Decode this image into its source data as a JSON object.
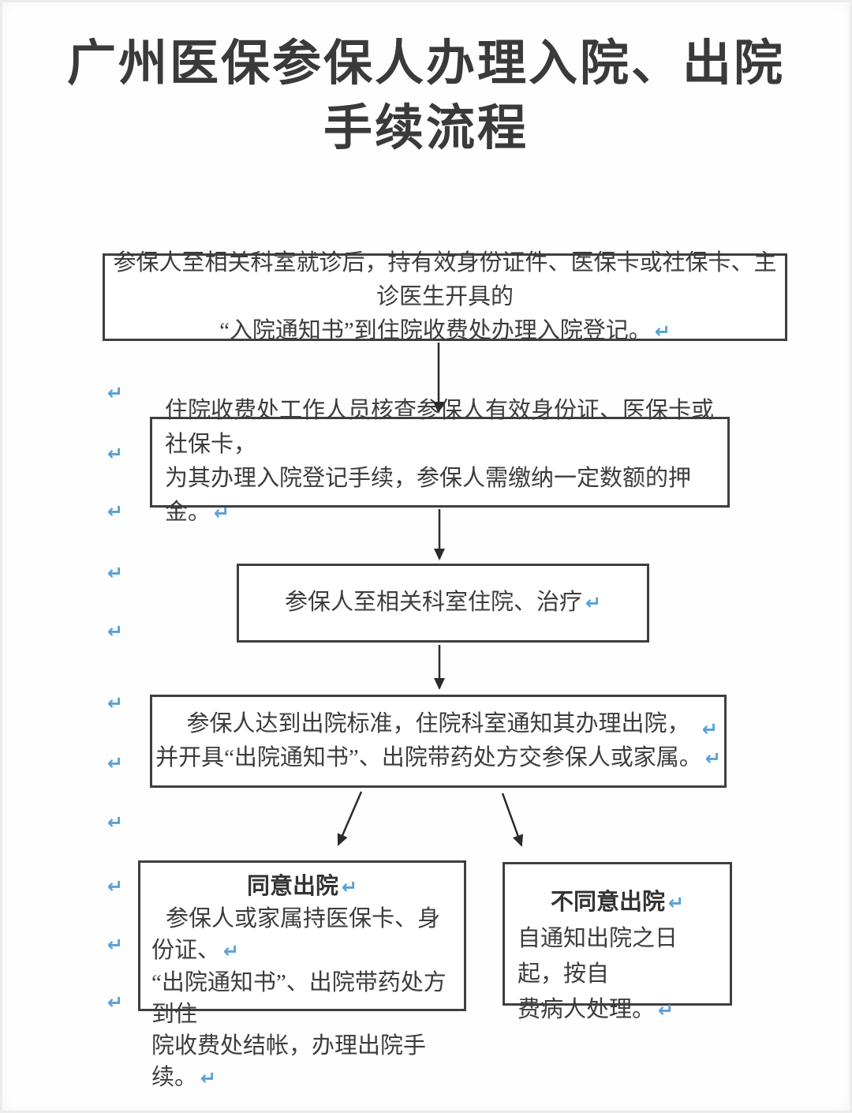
{
  "icons": {
    "pilcrow": "↵"
  },
  "colors": {
    "mark_blue": "#58a0d8",
    "text": "#3c3c3c",
    "border": "#3f3f3f",
    "arrow": "#2b2b2b"
  },
  "title": {
    "line1": "广州医保参保人办理入院、出院",
    "line2": "手续流程"
  },
  "flow": {
    "step1": {
      "lines": [
        "参保人至相关科室就诊后，持有效身份证件、医保卡或社保卡、主诊医生开具的",
        "“入院通知书”到住院收费处办理入院登记。"
      ]
    },
    "step2": {
      "lines": [
        "住院收费处工作人员核查参保人有效身份证、医保卡或社保卡，",
        "为其办理入院登记手续，参保人需缴纳一定数额的押金。"
      ]
    },
    "step3": {
      "lines": [
        "参保人至相关科室住院、治疗"
      ]
    },
    "step4": {
      "lines": [
        "参保人达到出院标准，住院科室通知其办理出院，",
        "并开具“出院通知书”、出院带药处方交参保人或家属。"
      ]
    },
    "branch_agree": {
      "title": "同意出院",
      "lines": [
        "参保人或家属持医保卡、身份证、",
        "“出院通知书”、出院带药处方到住",
        "院收费处结帐，办理出院手续。"
      ]
    },
    "branch_disagree": {
      "title": "不同意出院",
      "lines": [
        "自通知出院之日起，按自",
        "费病人处理。"
      ]
    }
  }
}
